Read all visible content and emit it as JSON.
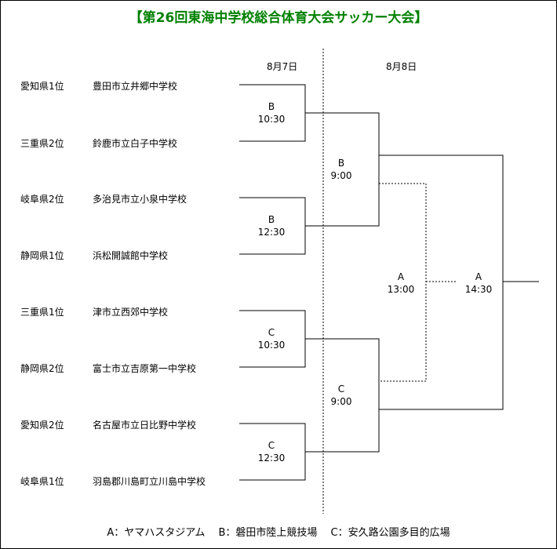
{
  "title": "【第26回東海中学校総合体育大会サッカー大会】",
  "days": [
    "8月7日",
    "8月8日"
  ],
  "teams": [
    {
      "pref": "愛知県1位",
      "school": "豊田市立井郷中学校"
    },
    {
      "pref": "三重県2位",
      "school": "鈴鹿市立白子中学校"
    },
    {
      "pref": "岐阜県2位",
      "school": "多治見市立小泉中学校"
    },
    {
      "pref": "静岡県1位",
      "school": "浜松開誠館中学校"
    },
    {
      "pref": "三重県1位",
      "school": "津市立西郊中学校"
    },
    {
      "pref": "静岡県2位",
      "school": "富士市立吉原第一中学校"
    },
    {
      "pref": "愛知県2位",
      "school": "名古屋市立日比野中学校"
    },
    {
      "pref": "岐阜県1位",
      "school": "羽島郡川島町立川島中学校"
    }
  ],
  "matches": [
    {
      "venue": "B",
      "time": "10:30"
    },
    {
      "venue": "B",
      "time": "12:30"
    },
    {
      "venue": "C",
      "time": "10:30"
    },
    {
      "venue": "C",
      "time": "12:30"
    },
    {
      "venue": "B",
      "time": "9:00"
    },
    {
      "venue": "C",
      "time": "9:00"
    },
    {
      "venue": "A",
      "time": "13:00"
    },
    {
      "venue": "A",
      "time": "14:30"
    }
  ],
  "legend": "A：ヤマハスタジアム　 B：磐田市陸上競技場　 C：安久路公園多目的広場"
}
